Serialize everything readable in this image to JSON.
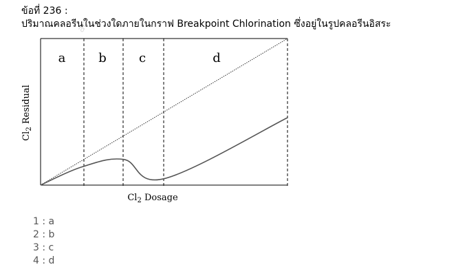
{
  "question": {
    "number_label": "ข้อที่ 236 :",
    "text": "ปริมาณคลอรีนในช่วงใดภายในกราฟ Breakpoint Chlorination ซึ่งอยู่ในรูปคลอรีนอิสระ"
  },
  "chart_data": {
    "type": "line",
    "title": "",
    "xlabel": "Cl2 Dosage",
    "ylabel": "Cl2 Residual",
    "xlabel_parts": {
      "main": "Cl",
      "sub": "2",
      "rest": " Dosage"
    },
    "ylabel_parts": {
      "main": "Cl",
      "sub": "2",
      "rest": " Residual"
    },
    "regions": [
      "a",
      "b",
      "c",
      "d"
    ],
    "series": [
      {
        "style": "dotted",
        "x": [
          0,
          100
        ],
        "y": [
          0,
          100
        ]
      },
      {
        "style": "solid",
        "x": [
          0,
          16.9,
          33.7,
          50.3,
          100
        ],
        "y": [
          0,
          12.5,
          17.5,
          4.5,
          46
        ]
      }
    ],
    "grid": false
  },
  "answers": [
    {
      "label": "1 : a"
    },
    {
      "label": "2 : b"
    },
    {
      "label": "3 : c"
    },
    {
      "label": "4 : d"
    }
  ]
}
